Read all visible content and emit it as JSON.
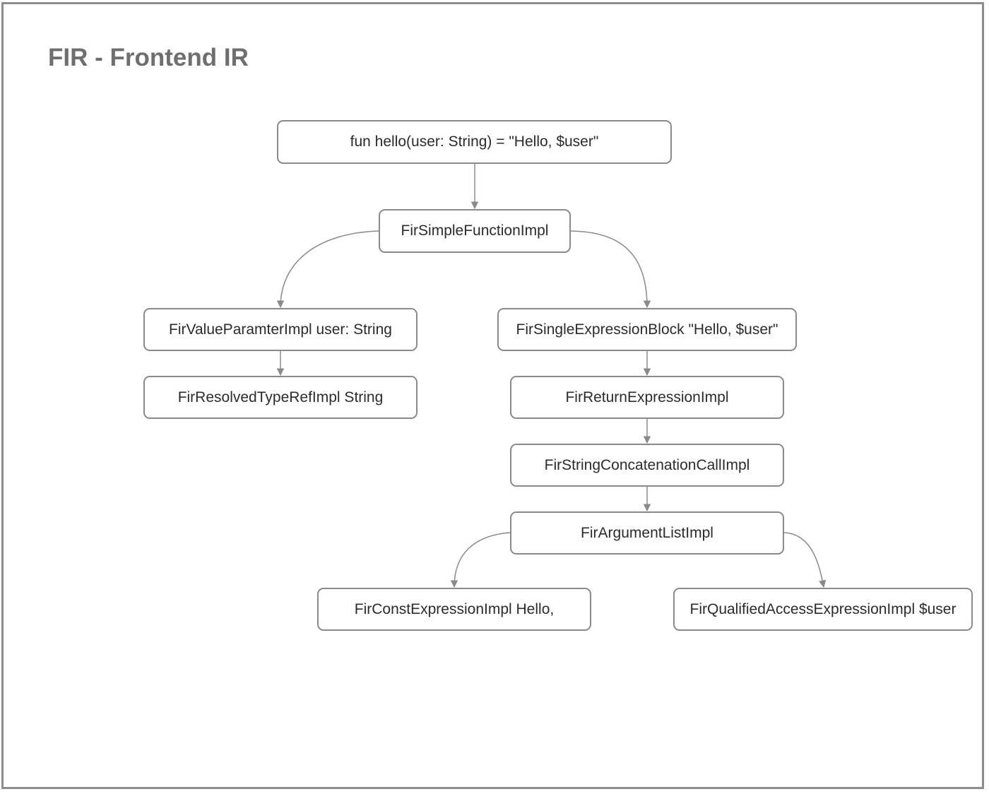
{
  "title": "FIR - Frontend IR",
  "diagram": {
    "nodes": {
      "source": "fun hello(user: String) = \"Hello, $user\"",
      "simple_function": "FirSimpleFunctionImpl",
      "value_parameter": "FirValueParamterImpl user: String",
      "resolved_type_ref": "FirResolvedTypeRefImpl String",
      "single_expression_block": "FirSingleExpressionBlock \"Hello, $user\"",
      "return_expression": "FirReturnExpressionImpl",
      "string_concatenation": "FirStringConcatenationCallImpl",
      "argument_list": "FirArgumentListImpl",
      "const_expression": "FirConstExpressionImpl Hello,",
      "qualified_access": "FirQualifiedAccessExpressionImpl $user"
    },
    "edges": [
      [
        "source",
        "simple_function"
      ],
      [
        "simple_function",
        "value_parameter"
      ],
      [
        "simple_function",
        "single_expression_block"
      ],
      [
        "value_parameter",
        "resolved_type_ref"
      ],
      [
        "single_expression_block",
        "return_expression"
      ],
      [
        "return_expression",
        "string_concatenation"
      ],
      [
        "string_concatenation",
        "argument_list"
      ],
      [
        "argument_list",
        "const_expression"
      ],
      [
        "argument_list",
        "qualified_access"
      ]
    ],
    "line_color": "#8a8a8a"
  }
}
